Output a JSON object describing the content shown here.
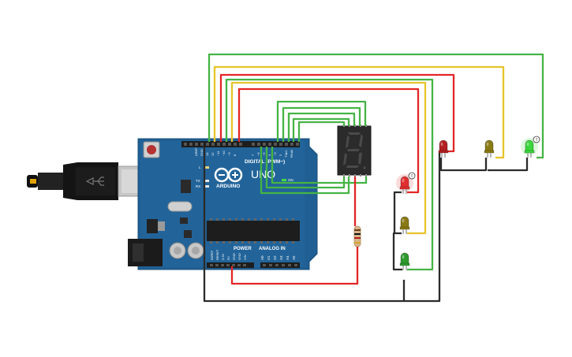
{
  "board": {
    "logo": "ARDUINO",
    "model": "UNO",
    "on_label": "ON",
    "digital_label": "DIGITAL (PWM~)",
    "power_label": "POWER",
    "analog_label": "ANALOG IN",
    "aref_label": "AREF",
    "gnd_label": "GND",
    "l_label": "L",
    "tx_label": "TX",
    "rx_label": "RX",
    "digital_pins": [
      "13",
      "12",
      "~11",
      "~10",
      "~9",
      "8",
      "7",
      "~6",
      "~5",
      "4",
      "~3",
      "2",
      "TX▸1",
      "RX◂0"
    ],
    "power_pins": [
      "IOREF",
      "RESET",
      "3.3V",
      "5V",
      "GND",
      "GND",
      "VIN"
    ],
    "analog_pins": [
      "A0",
      "A1",
      "A2",
      "A3",
      "A4",
      "A5"
    ]
  },
  "leds": [
    {
      "color": "#b32020",
      "lit": false
    },
    {
      "color": "#8a7a14",
      "lit": false
    },
    {
      "color": "#3bd63b",
      "lit": true,
      "warning": "!"
    },
    {
      "color": "#e23030",
      "lit": true,
      "warning": "!"
    },
    {
      "color": "#8a7a14",
      "lit": false
    },
    {
      "color": "#2e9a2e",
      "lit": false
    }
  ],
  "wire_colors": {
    "red": "#e32626",
    "yellow": "#e6c42a",
    "green": "#45b445",
    "black": "#2b2b2b"
  }
}
